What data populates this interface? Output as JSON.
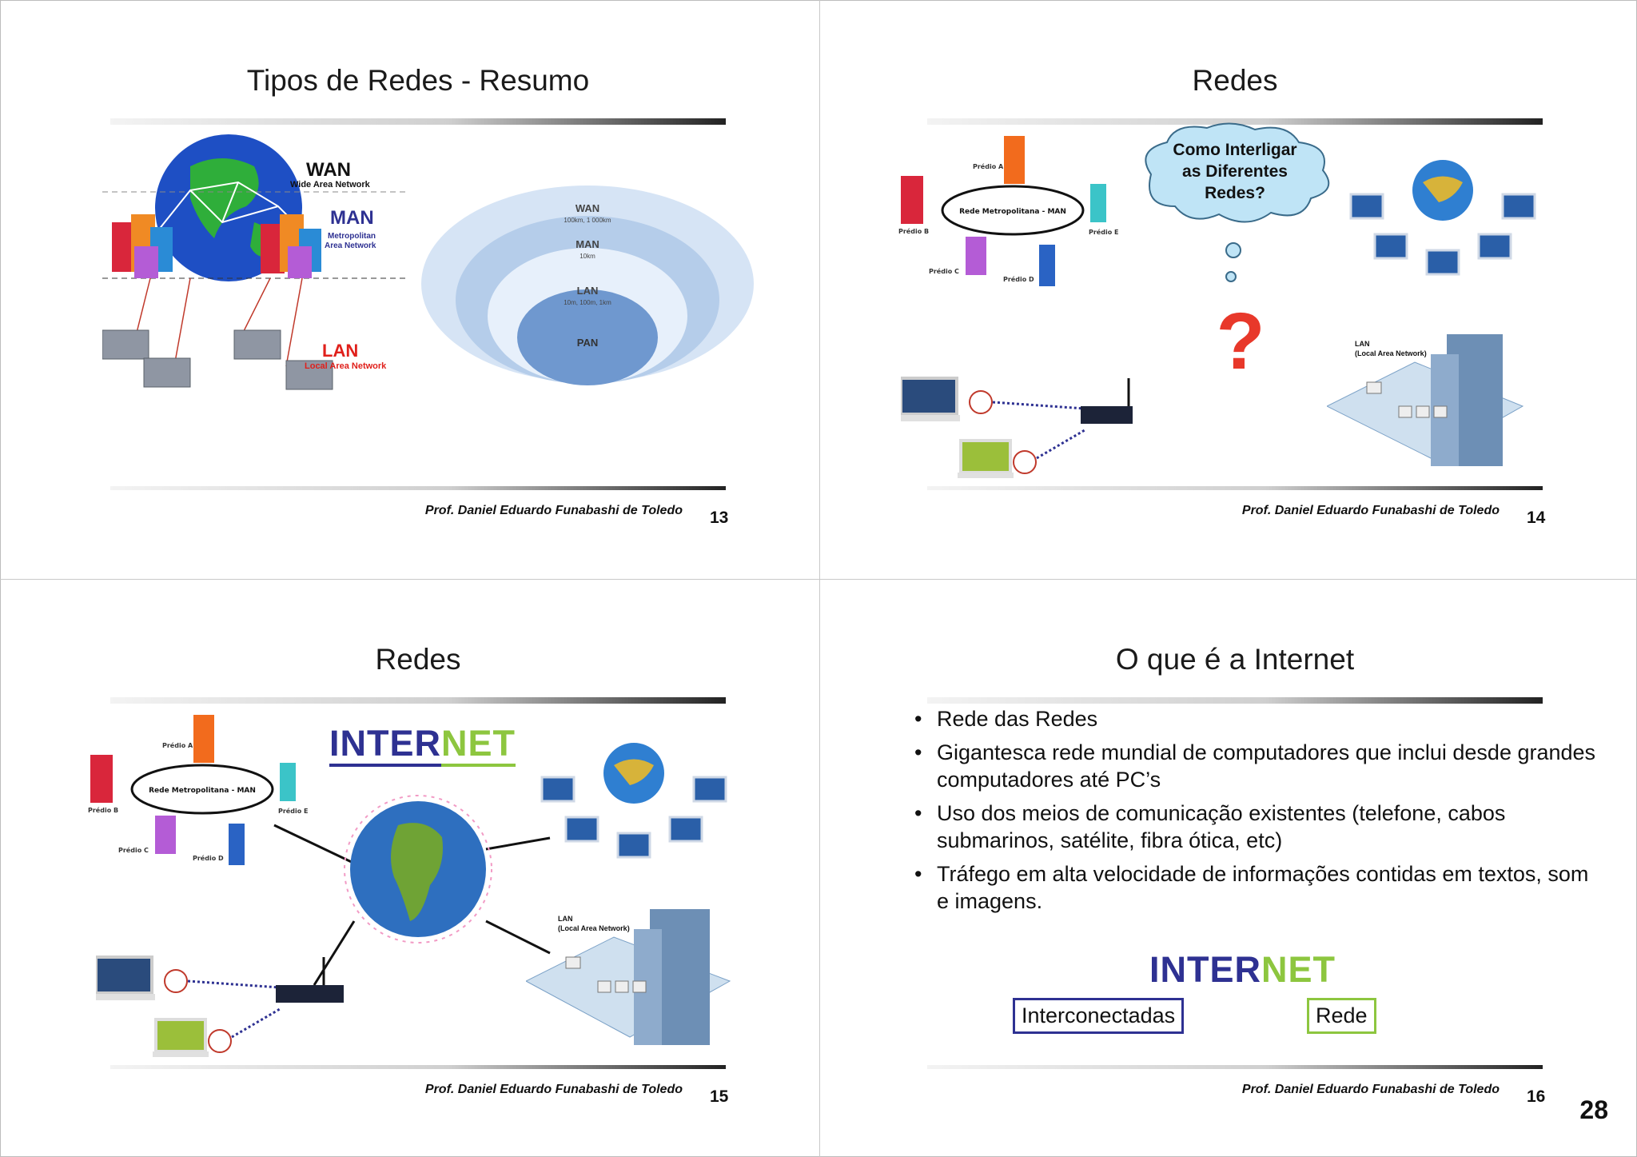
{
  "document": {
    "page_number": "28"
  },
  "slides": [
    {
      "title": "Tipos de Redes - Resumo",
      "footer": "Prof. Daniel Eduardo Funabashi de Toledo",
      "number": "13",
      "network_labels": {
        "wan": "WAN",
        "wan_sub": "Wide Area Network",
        "man": "MAN",
        "man_sub1": "Metropolitan",
        "man_sub2": "Area Network",
        "lan": "LAN",
        "lan_sub": "Local Area Network"
      },
      "rings": [
        {
          "label": "WAN",
          "range": "100km, 1 000km"
        },
        {
          "label": "MAN",
          "range": "10km"
        },
        {
          "label": "LAN",
          "range": "10m, 100m, 1km"
        },
        {
          "label": "PAN",
          "range": ""
        }
      ]
    },
    {
      "title": "Redes",
      "footer": "Prof. Daniel Eduardo Funabashi de Toledo",
      "number": "14",
      "man": {
        "ring": "Rede Metropolitana - MAN",
        "a": "Prédio A",
        "b": "Prédio B",
        "c": "Prédio C",
        "d": "Prédio D",
        "e": "Prédio E"
      },
      "cloud": {
        "line1": "Como Interligar",
        "line2": "as Diferentes",
        "line3": "Redes?"
      },
      "question": "?",
      "lan_1": "LAN",
      "lan_2": "(Local Area Network)"
    },
    {
      "title": "Redes",
      "footer": "Prof. Daniel Eduardo Funabashi de Toledo",
      "number": "15",
      "brand_part1": "INTER",
      "brand_part2": "NET",
      "man": {
        "ring": "Rede Metropolitana - MAN",
        "a": "Prédio A",
        "b": "Prédio B",
        "c": "Prédio C",
        "d": "Prédio D",
        "e": "Prédio E"
      },
      "lan_1": "LAN",
      "lan_2": "(Local Area Network)"
    },
    {
      "title": "O que é a Internet",
      "footer": "Prof. Daniel Eduardo Funabashi de Toledo",
      "number": "16",
      "bullets": [
        "Rede das Redes",
        "Gigantesca rede mundial de computadores que inclui desde grandes computadores até PC’s",
        "Uso dos meios de comunicação existentes (telefone, cabos submarinos, satélite, fibra ótica, etc)",
        "Tráfego em alta velocidade de informações contidas em textos, som e imagens."
      ],
      "brand_part1": "INTER",
      "brand_part2": "NET",
      "box1": "Interconectadas",
      "box2": "Rede"
    }
  ],
  "colors": {
    "brand_blue": "#2e3192",
    "brand_green": "#8dc63f",
    "wan_label": "#111111",
    "man_label": "#2e3192",
    "lan_label": "#e0201b",
    "ring_outer": "#d6e4f5",
    "ring_inner": "#6f98cf",
    "question_mark": "#e8382a"
  }
}
